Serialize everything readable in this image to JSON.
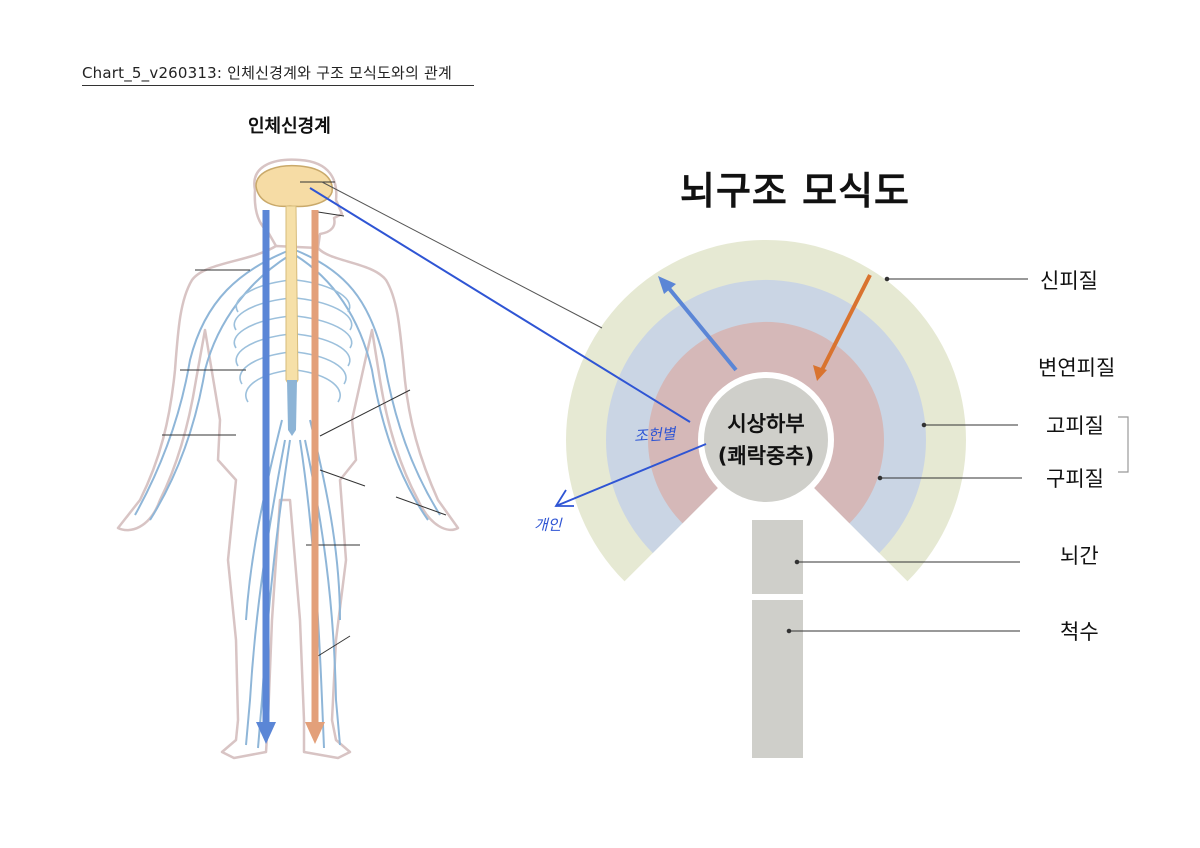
{
  "document": {
    "title": "Chart_5_v260313: 인체신경계와 구조 모식도와의 관계"
  },
  "left_panel": {
    "title": "인체신경계",
    "figure": "human-nervous-system-illustration",
    "arrows": [
      {
        "name": "descending-blue-arrow",
        "color": "#5b86d6",
        "direction": "down"
      },
      {
        "name": "descending-orange-arrow",
        "color": "#e3a07a",
        "direction": "down"
      }
    ]
  },
  "right_panel": {
    "title": "뇌구조 모식도",
    "center_node": {
      "line1": "시상하부",
      "line2": "(쾌락중추)"
    },
    "layers": [
      {
        "name": "신피질",
        "color": "#e6e9d3"
      },
      {
        "name": "고피질",
        "color": "#cad5e4"
      },
      {
        "name": "구피질",
        "color": "#d5b8b8"
      },
      {
        "name": "시상하부",
        "color": "#cfcfca"
      }
    ],
    "labels": {
      "neocortex": "신피질",
      "limbic_cortex": "변연피질",
      "archicortex": "고피질",
      "paleocortex": "구피질",
      "brainstem": "뇌간",
      "spinal_cord": "척수"
    },
    "arrows": [
      {
        "name": "outward-blue-arrow",
        "color": "#5b86d6"
      },
      {
        "name": "inward-orange-arrow",
        "color": "#d9732f"
      }
    ]
  },
  "annotations": {
    "handwritten_1": "조헌별",
    "handwritten_2": "개인",
    "connector_color": "#2f55d4"
  }
}
